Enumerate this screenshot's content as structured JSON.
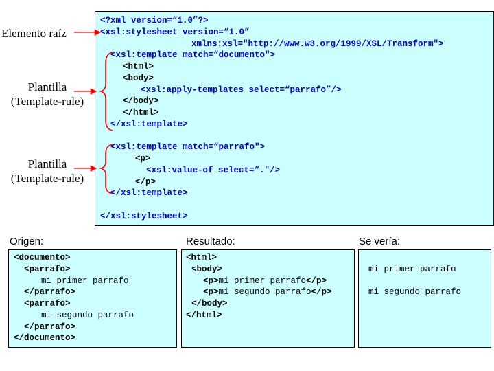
{
  "stylesheet": {
    "lines": [
      "<?xml version=“1.0”?>",
      "<xsl:stylesheet version=“1.0”",
      "xmlns:xsl=\"http://www.w3.org/1999/XSL/Transform\">",
      "<xsl:template match=“documento\">",
      "<html>",
      "<body>",
      "<xsl:apply-templates select=“parrafo”/>",
      "</body>",
      "</html>",
      "</xsl:template>",
      "<xsl:template match=“parrafo\">",
      "<p>",
      "<xsl:value-of select=“.\"/>",
      "</p>",
      "</xsl:template>",
      "</xsl:stylesheet>"
    ]
  },
  "labels": {
    "root": "Elemento raíz",
    "template1_line1": "Plantilla",
    "template1_line2": "(Template-rule)",
    "template2_line1": "Plantilla",
    "template2_line2": "(Template-rule)"
  },
  "origin": {
    "caption": "Origen:",
    "lines": [
      "<documento>",
      "<parrafo>",
      "mi primer parrafo",
      "</parrafo>",
      "<parrafo>",
      "mi segundo parrafo",
      "</parrafo>",
      "</documento>"
    ]
  },
  "result": {
    "caption": "Resultado:",
    "l1": "<html>",
    "l2": "<body>",
    "l3_open": "<p>",
    "l3_text": "mi primer parrafo",
    "l3_close": "</p>",
    "l4_open": "<p>",
    "l4_text": "mi segundo parrafo",
    "l4_close": "</p>",
    "l5": "</body>",
    "l6": "</html>"
  },
  "view": {
    "caption": "Se vería:",
    "lines": [
      "mi primer parrafo",
      "mi segundo parrafo"
    ]
  },
  "colors": {
    "box_bg": "#ccffff",
    "code_blue": "#0000cc",
    "arrow_red": "#ff0000"
  }
}
